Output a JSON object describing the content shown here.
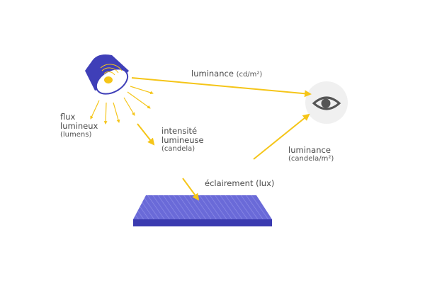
{
  "colors": {
    "ray": "#f5c518",
    "lamp": "#3f3fb8",
    "surface_top": "#6a6ad8",
    "surface_edge": "#3a3ab0",
    "eye_circle": "#f0f0f0",
    "eye": "#555555",
    "text": "#4a4a4a"
  },
  "icons": {
    "lamp": "spotlight-lamp-icon",
    "eye": "eye-icon"
  },
  "labels": {
    "luminance_top": {
      "name": "luminance",
      "unit": "(cd/m²)"
    },
    "flux": {
      "line1": "flux",
      "line2": "lumineux",
      "unit": "(lumens)"
    },
    "intensite": {
      "line1": "intensité",
      "line2": "lumineuse",
      "unit": "(candela)"
    },
    "luminance_right": {
      "name": "luminance",
      "unit": "(candela/m²)"
    },
    "eclairement": {
      "name": "éclairement",
      "unit": "(lux)"
    }
  }
}
